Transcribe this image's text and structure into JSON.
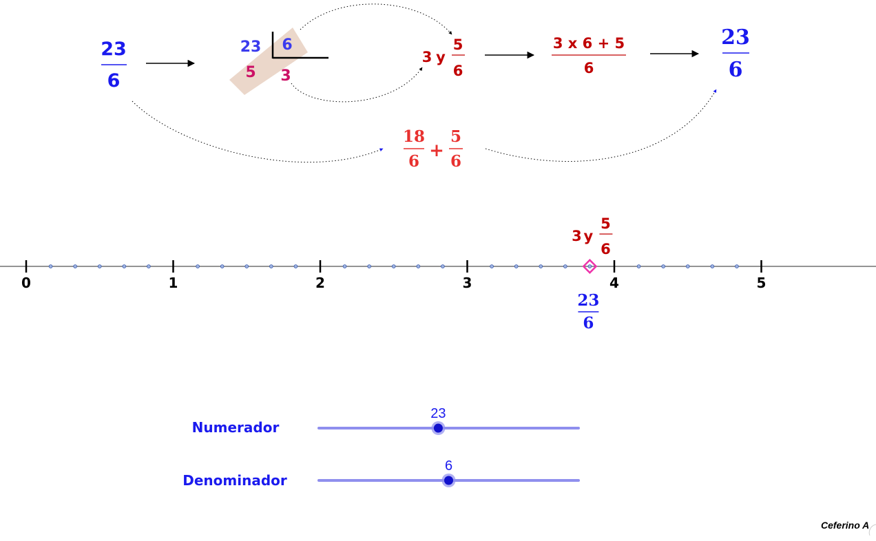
{
  "colors": {
    "blue": "#1a1aee",
    "dark_red": "#c00000",
    "bright_red": "#e8312f",
    "magenta": "#cc1166",
    "pink_marker": "#ee33aa",
    "highlight": "#e9d3c4",
    "axis": "#555555",
    "slider_track": "#8f8fee",
    "slider_knob": "#1111cc"
  },
  "fraction": {
    "numerator": "23",
    "denominator": "6"
  },
  "division": {
    "dividend": "23",
    "divisor": "6",
    "remainder": "5",
    "quotient": "3"
  },
  "mixed_number": {
    "whole": "3",
    "connector": "y",
    "numerator": "5",
    "denominator": "6"
  },
  "conversion": {
    "numerator_expression": "3 x 6 + 5",
    "denominator": "6"
  },
  "result_fraction": {
    "numerator": "23",
    "denominator": "6"
  },
  "sum_expression": {
    "first_numerator": "18",
    "first_denominator": "6",
    "operator": "+",
    "second_numerator": "5",
    "second_denominator": "6"
  },
  "number_line": {
    "ticks": [
      "0",
      "1",
      "2",
      "3",
      "4",
      "5"
    ],
    "subdivisions": 6,
    "point_value": 3.8333,
    "mixed_label": {
      "whole": "3",
      "connector": "y",
      "numerator": "5",
      "denominator": "6"
    },
    "fraction_label": {
      "numerator": "23",
      "denominator": "6"
    }
  },
  "sliders": [
    {
      "label": "Numerador",
      "value_text": "23",
      "position": 0.46
    },
    {
      "label": "Denominador",
      "value_text": "6",
      "position": 0.5
    }
  ],
  "credit": "Ceferino A"
}
